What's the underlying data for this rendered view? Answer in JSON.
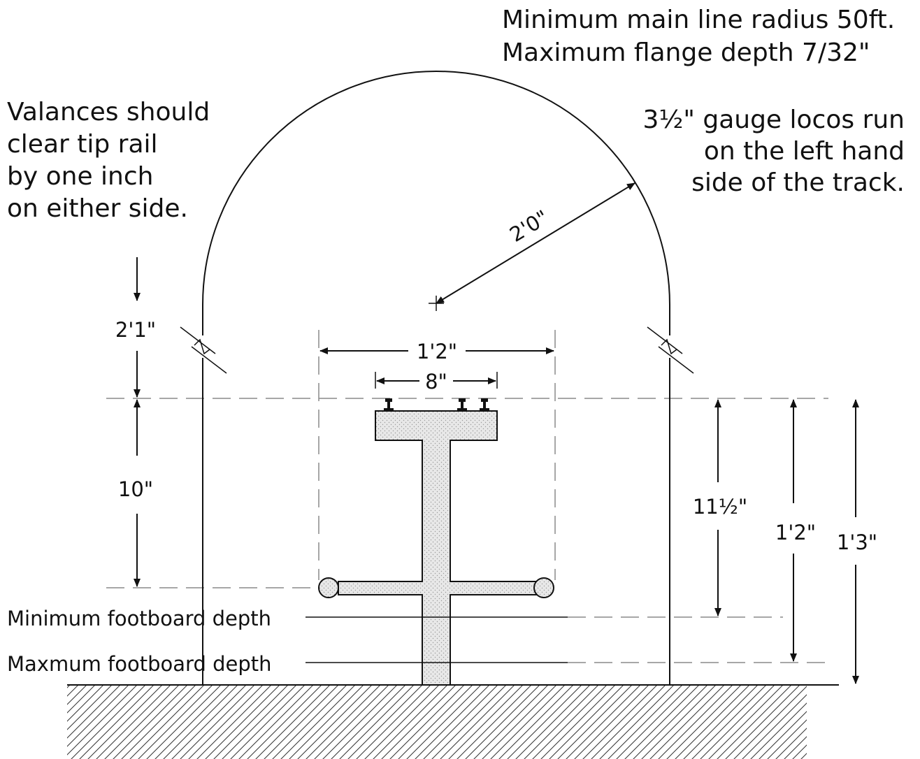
{
  "notes": {
    "top_right": [
      "Minimum main line radius 50ft.",
      "Maximum flange depth 7/32\""
    ],
    "left": [
      "Valances should",
      "clear tip rail",
      "by one inch",
      "on either side."
    ],
    "right": [
      "3½\" gauge locos run",
      "on the left hand",
      "side of the track."
    ]
  },
  "dimensions": {
    "radius": "2'0\"",
    "wall_break_height": "2'1\"",
    "rail_to_handrail": "10\"",
    "overall_width": "1'2\"",
    "inner_width": "8\"",
    "height_a": "11½\"",
    "height_b": "1'2\"",
    "height_c": "1'3\""
  },
  "labels": {
    "min_footboard": "Minimum footboard depth",
    "max_footboard": "Maxmum footboard depth"
  },
  "colors": {
    "ink": "#111111",
    "dash": "#8a8a8a",
    "fill": "#e6e6e6"
  }
}
